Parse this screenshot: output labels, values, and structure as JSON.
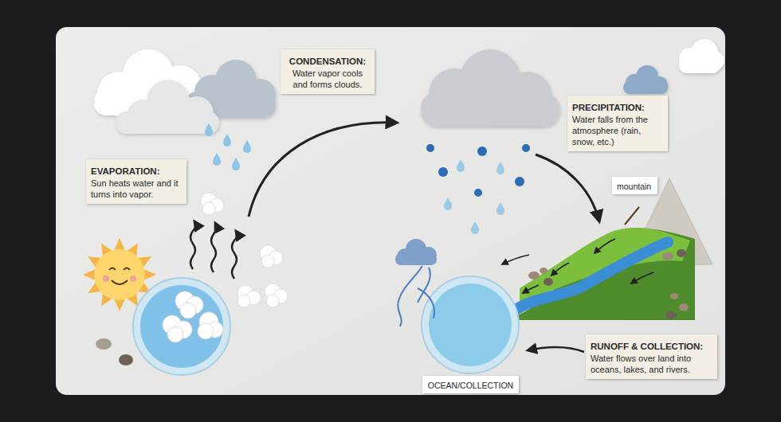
{
  "diagram": {
    "nodes": [
      {
        "text": [
          "CONDENSATION:",
          "Water vapor cools and forms clouds."
        ]
      },
      {
        "text": [
          "PRECIPITATION:",
          "Water falls from the atmosphere (rain, snow, etc.)"
        ]
      },
      {
        "text": [
          "EVAPORATION:",
          "Sun heats water and it turns into vapor."
        ]
      },
      {
        "text": [
          "mountain"
        ]
      },
      {
        "text": [
          "RUNOFF & COLLECTION:",
          "Water flows over land into oceans, lakes, and rivers."
        ]
      },
      {
        "text": [
          "OCEAN/COLLECTION"
        ]
      }
    ]
  }
}
